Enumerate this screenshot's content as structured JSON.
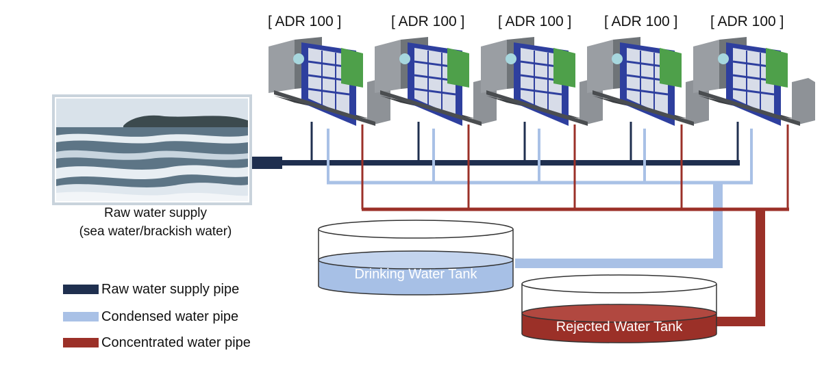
{
  "units": [
    {
      "label": "[ ADR 100 ]"
    },
    {
      "label": "[ ADR 100 ]"
    },
    {
      "label": "[ ADR 100 ]"
    },
    {
      "label": "[ ADR 100 ]"
    },
    {
      "label": "[ ADR 100 ]"
    }
  ],
  "source": {
    "line1": "Raw water supply",
    "line2": "(sea water/brackish water)"
  },
  "tanks": {
    "drinking": "Drinking Water Tank",
    "rejected": "Rejected Water Tank"
  },
  "legend": [
    {
      "label": "Raw water supply pipe",
      "color": "#1f2f4f"
    },
    {
      "label": "Condensed water pipe",
      "color": "#a9c1e6"
    },
    {
      "label": "Concentrated water pipe",
      "color": "#9b3028"
    }
  ],
  "colors": {
    "raw_pipe": "#1f2f4f",
    "condensed_pipe": "#a9c1e6",
    "concentrated_pipe": "#9b3028",
    "drinking_water": "#a7c0e6",
    "rejected_water": "#9b3028"
  }
}
